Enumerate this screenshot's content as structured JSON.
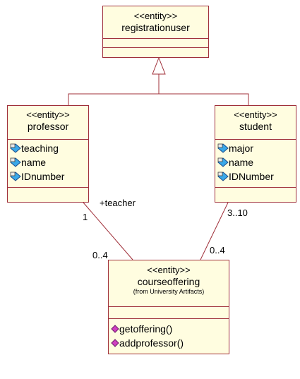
{
  "colors": {
    "border": "#a0303a",
    "fill": "#fffde0",
    "attribute_icon": "#3aa8e8",
    "operation_icon": "#d040c0"
  },
  "classes": {
    "registrationuser": {
      "stereotype": "<<entity>>",
      "name": "registrationuser"
    },
    "professor": {
      "stereotype": "<<entity>>",
      "name": "professor",
      "attributes": [
        "teaching",
        "name",
        "IDnumber"
      ],
      "attribute_icon": "lock-attribute-icon"
    },
    "student": {
      "stereotype": "<<entity>>",
      "name": "student",
      "attributes": [
        "major",
        "name",
        "IDNumber"
      ],
      "attribute_icon": "lock-attribute-icon"
    },
    "courseoffering": {
      "stereotype": "<<entity>>",
      "name": "courseoffering",
      "note": "(from University Artifacts)",
      "operations": [
        "getoffering()",
        "addprofessor()"
      ],
      "operation_icon": "operation-diamond-icon"
    }
  },
  "associations": {
    "professor_course": {
      "role": "+teacher",
      "mult_professor": "1",
      "mult_course": "0..4"
    },
    "student_course": {
      "mult_student": "3..10",
      "mult_course": "0..4"
    }
  }
}
